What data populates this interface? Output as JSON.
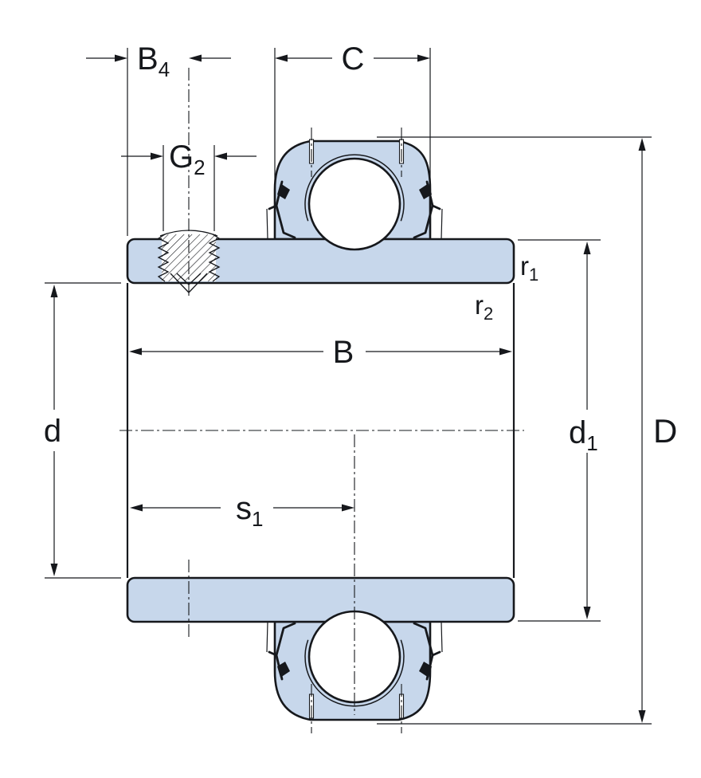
{
  "diagram": {
    "colors": {
      "fill": "#c7d7eb",
      "stroke": "#16181c",
      "background": "#ffffff"
    },
    "labels": {
      "b4": {
        "main": "B",
        "sub": "4"
      },
      "c": {
        "main": "C",
        "sub": ""
      },
      "g2": {
        "main": "G",
        "sub": "2"
      },
      "r1": {
        "main": "r",
        "sub": "1"
      },
      "r2": {
        "main": "r",
        "sub": "2"
      },
      "b": {
        "main": "B",
        "sub": ""
      },
      "d": {
        "main": "d",
        "sub": ""
      },
      "d1": {
        "main": "d",
        "sub": "1"
      },
      "Dcap": {
        "main": "D",
        "sub": ""
      },
      "s1": {
        "main": "s",
        "sub": "1"
      }
    }
  }
}
